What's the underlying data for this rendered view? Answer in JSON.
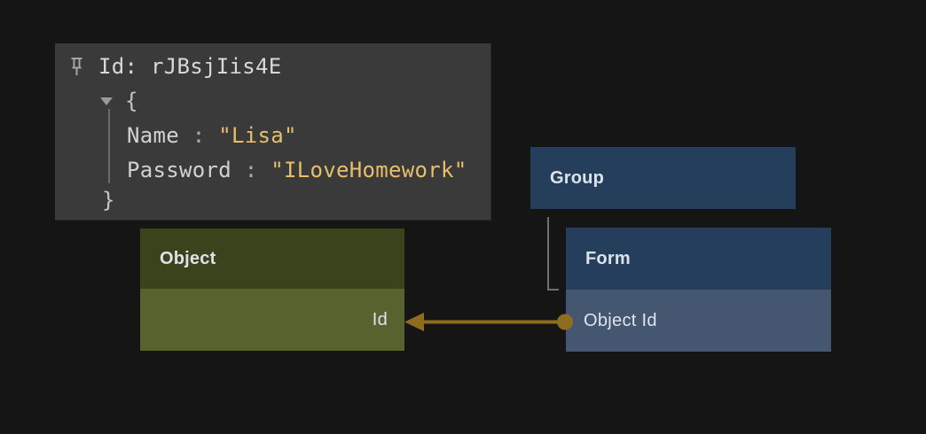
{
  "canvas": {
    "background_color": "#151515"
  },
  "tooltip": {
    "title": "Id: rJBsjIis4E",
    "open_brace": "{",
    "close_brace": "}",
    "fields": [
      {
        "key": "Name",
        "sep": " : ",
        "value": "\"Lisa\""
      },
      {
        "key": "Password",
        "sep": " : ",
        "value": "\"ILoveHomework\""
      }
    ],
    "colors": {
      "background": "#3a3a3a",
      "key_text": "#d2d2d2",
      "string_value": "#e8bf6a",
      "guide_line": "#6a6a6a",
      "pin_icon": "#a6a6a6"
    }
  },
  "diagram": {
    "nodes": [
      {
        "id": "group",
        "label": "Group",
        "header_color": "#243e5c",
        "fields": []
      },
      {
        "id": "form",
        "label": "Form",
        "header_color": "#243e5c",
        "fields": [
          {
            "label": "Object Id",
            "row_color": "#445670"
          }
        ]
      },
      {
        "id": "object",
        "label": "Object",
        "header_color": "#3a431c",
        "fields": [
          {
            "label": "Id",
            "row_color": "#57622f"
          }
        ]
      }
    ],
    "connections": [
      {
        "from": "Form.Object Id",
        "to": "Object.Id",
        "color": "#8f6d1e",
        "style": "arrow-with-source-dot"
      },
      {
        "from": "Group",
        "to": "Form",
        "color": "#6f6f6f",
        "style": "elbow-line"
      }
    ]
  }
}
